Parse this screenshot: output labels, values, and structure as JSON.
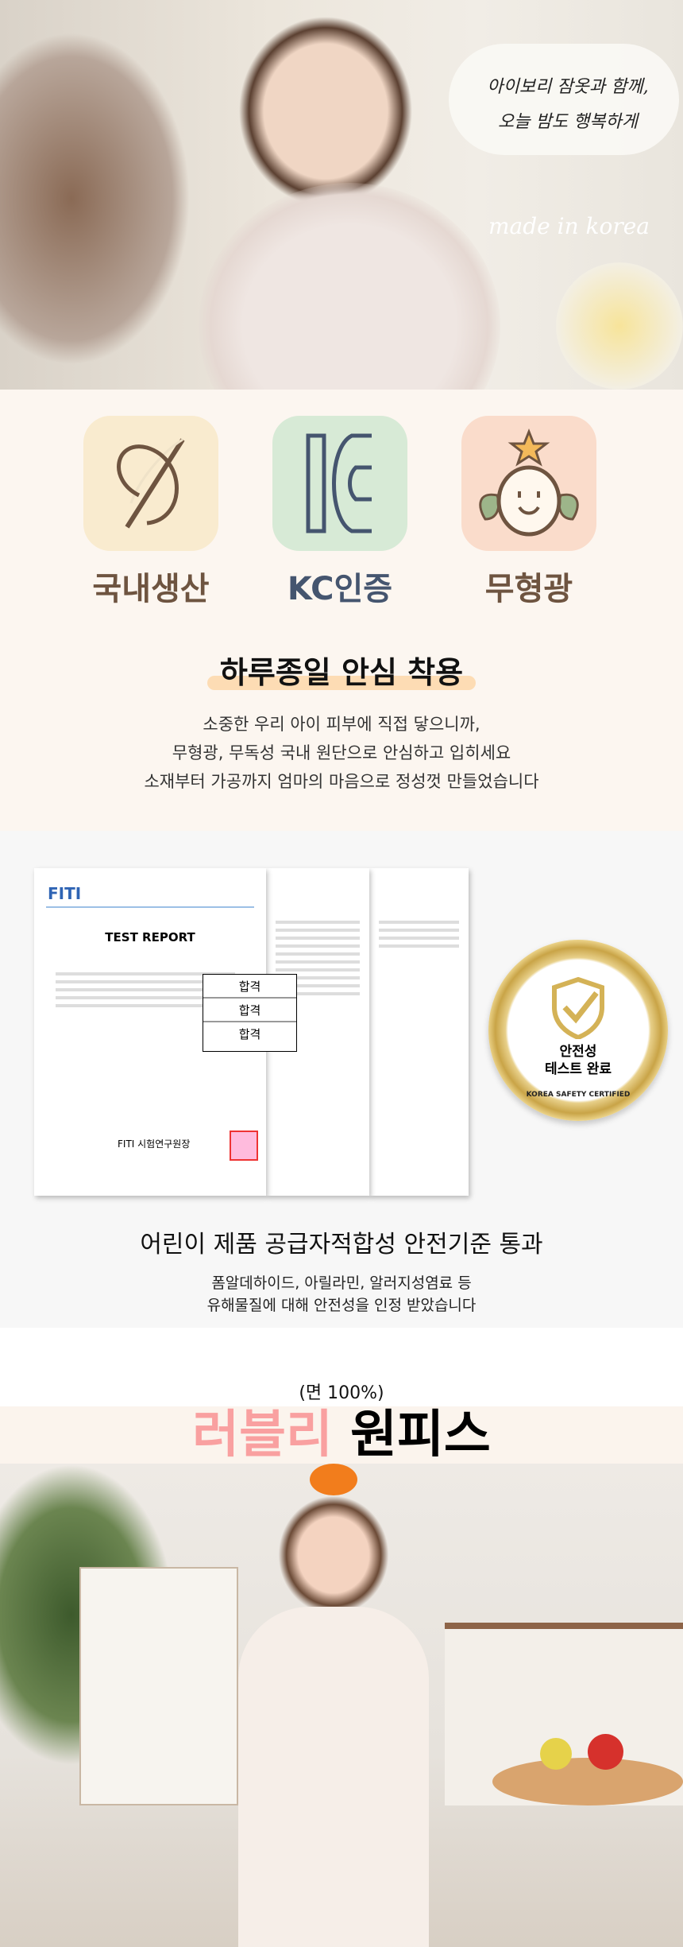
{
  "hero": {
    "bubble_lines": [
      "아이보리 잠옷과 함께,",
      "오늘 밤도 행복하게"
    ],
    "made_in": "made in korea"
  },
  "features": {
    "items": [
      {
        "label": "국내생산",
        "icon": "needle-thread-icon",
        "bg": "#f9ebcf",
        "color": "#6e5440"
      },
      {
        "label": "KC인증",
        "icon": "kc-mark-icon",
        "bg": "#d7ead6",
        "color": "#45556f"
      },
      {
        "label": "무형광",
        "icon": "smiley-sprout-icon",
        "bg": "#fadccb",
        "color": "#6e5440"
      }
    ],
    "tagline": "하루종일 안심 착용",
    "desc": [
      "소중한 우리 아이 피부에 직접 닿으니까,",
      "무형광, 무독성 국내 원단으로 안심하고 입히세요",
      "소재부터 가공까지 엄마의 마음으로 정성껏 만들었습니다"
    ]
  },
  "cert": {
    "doc_logo": "FITI",
    "doc_title": "TEST REPORT",
    "results": [
      "합격",
      "합격",
      "합격"
    ],
    "issuer": "FITI 시험연구원장",
    "badge_line1": "안전성",
    "badge_line2": "테스트 완료",
    "badge_ring": "KOREA SAFETY CERTIFIED",
    "title": "어린이 제품 공급자적합성 안전기준 통과",
    "desc": [
      "폼알데하이드, 아릴라민, 알러지성염료 등",
      "유해물질에 대해 안전성을 인정 받았습니다"
    ]
  },
  "product": {
    "material": "(면 100%)",
    "name_accent": "러블리",
    "name_rest": "원피스",
    "accent_color": "#f9a0a0"
  }
}
